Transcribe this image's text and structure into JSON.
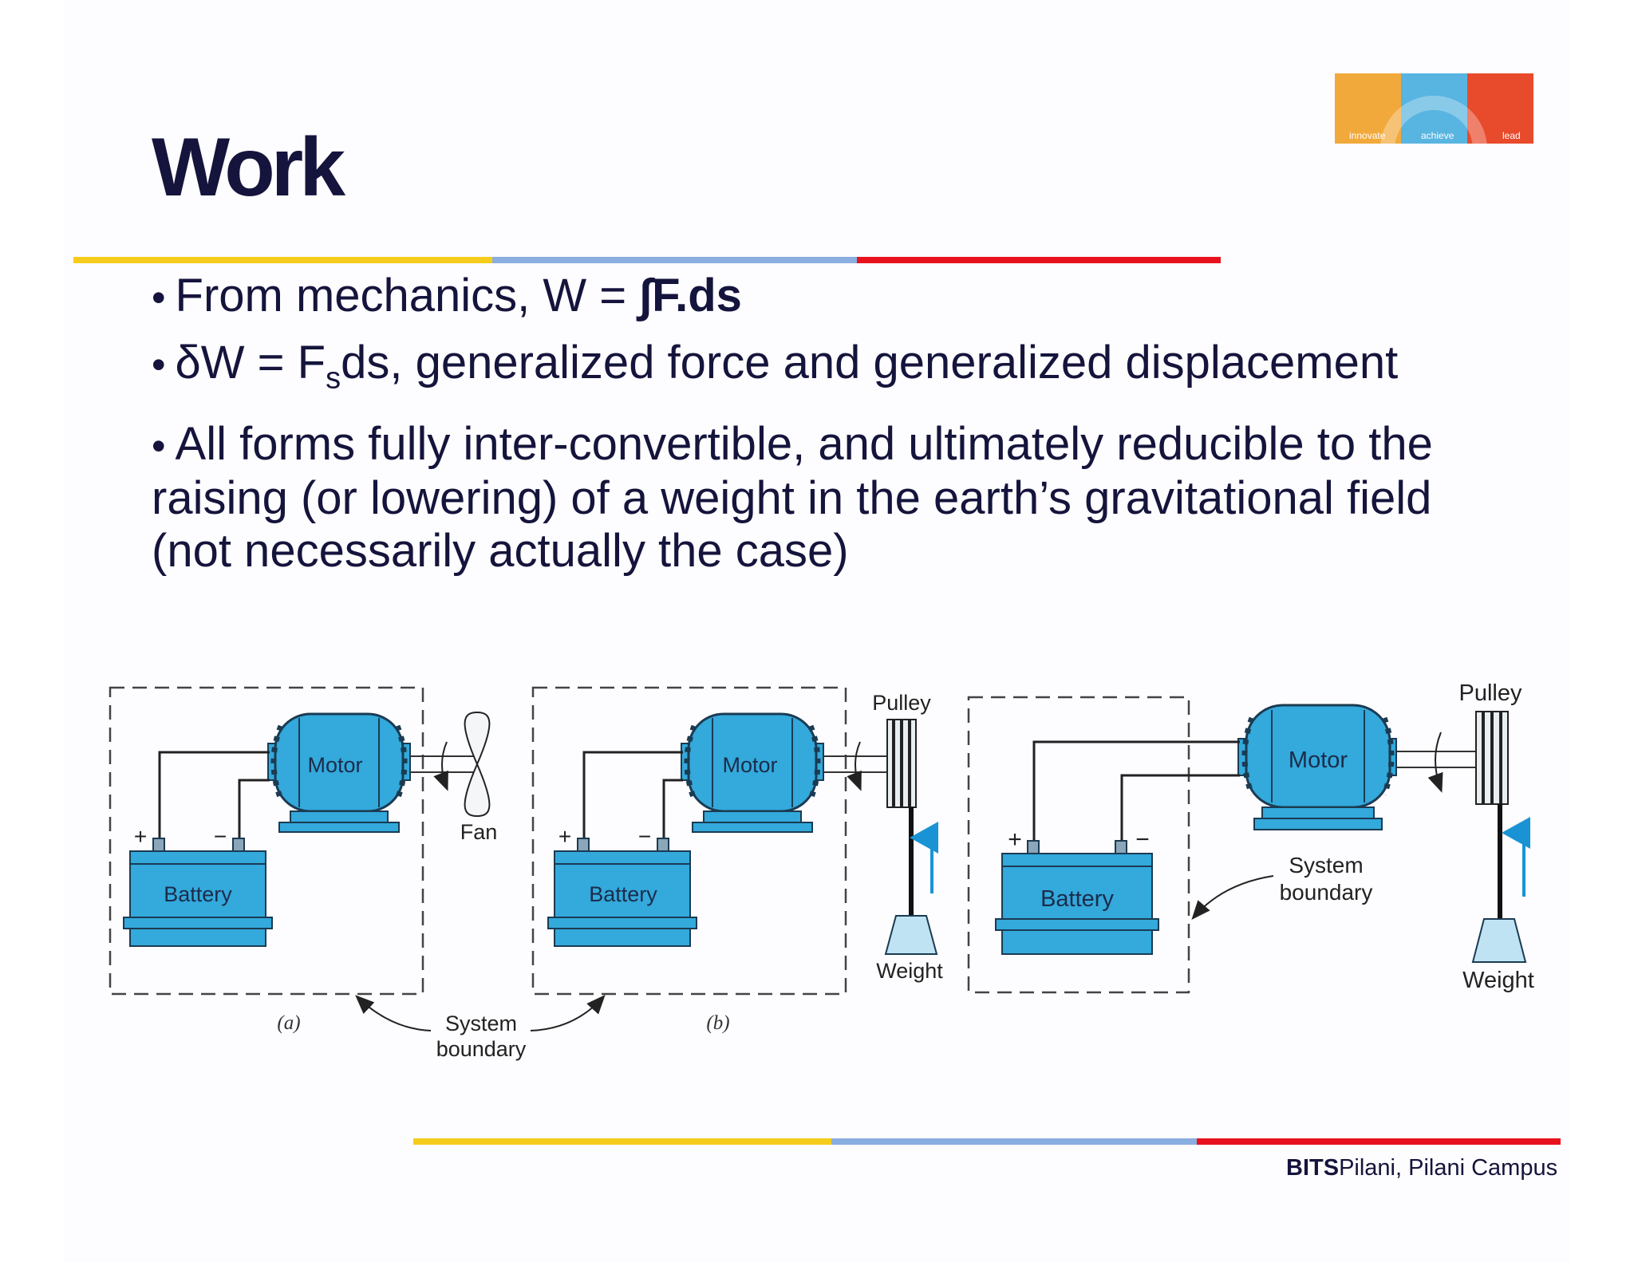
{
  "slide": {
    "title": "Work",
    "logo": {
      "words": [
        "innovate",
        "achieve",
        "lead"
      ],
      "colors": [
        "#f2a93b",
        "#58b4e0",
        "#e84a2c"
      ]
    },
    "rule_colors": [
      "#f6cc1c",
      "#8aaee0",
      "#e8121e"
    ],
    "bullets": [
      {
        "text": "From mechanics, W = ",
        "formula": "∫F.ds"
      },
      {
        "text_before_sub": "δW = F",
        "subscript": "s",
        "text_after_sub": "ds, generalized force and generalized displacement"
      },
      {
        "text": "All forms fully inter-convertible, and ultimately reducible to the raising (or lowering) of a weight in the earth’s gravitational field (not necessarily actually the case)"
      }
    ]
  },
  "diagram": {
    "component_color": "#33a9dc",
    "arrow_color": "#1a93d4",
    "panel_a": {
      "motor": "Motor",
      "battery": "Battery",
      "plus": "+",
      "minus": "−",
      "fan": "Fan",
      "caption": "(a)"
    },
    "panel_b": {
      "motor": "Motor",
      "battery": "Battery",
      "plus": "+",
      "minus": "−",
      "pulley": "Pulley",
      "weight": "Weight",
      "caption": "(b)"
    },
    "shared_boundary_label": [
      "System",
      "boundary"
    ],
    "panel_c": {
      "motor": "Motor",
      "battery": "Battery",
      "plus": "+",
      "minus": "−",
      "pulley": "Pulley",
      "weight": "Weight",
      "boundary_label": [
        "System",
        "boundary"
      ]
    }
  },
  "footer": {
    "brand_bold": "BITS",
    "brand_rest": "Pilani, Pilani Campus"
  }
}
